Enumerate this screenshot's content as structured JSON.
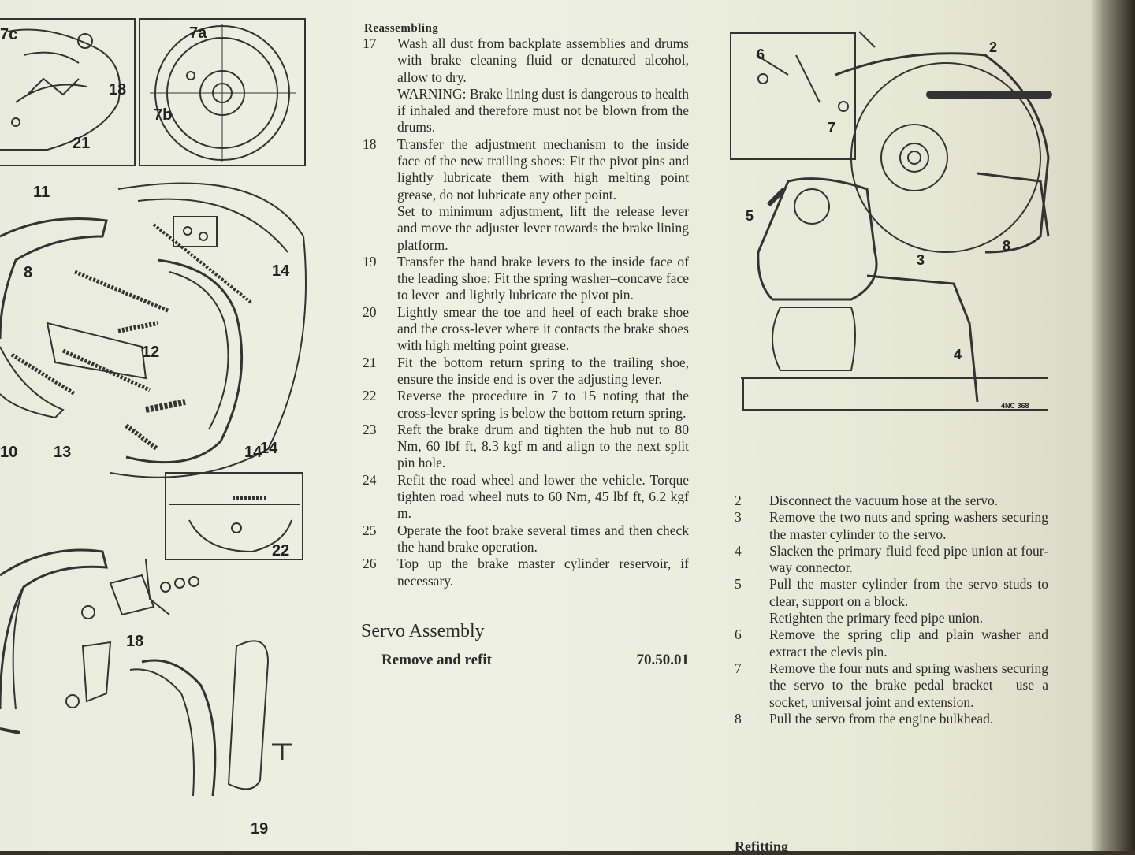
{
  "reassembling": {
    "heading": "Reassembling",
    "steps": [
      {
        "num": "17",
        "text": "Wash all dust from backplate assemblies and drums with brake cleaning fluid or denatured alcohol, allow to dry."
      },
      {
        "num": "",
        "text": "WARNING: Brake lining dust is dangerous to health if inhaled and therefore must not be blown from the drums."
      },
      {
        "num": "18",
        "text": "Transfer the adjustment mechanism to the inside face of the new trailing shoes: Fit the pivot pins and lightly lubricate them with high melting point grease, do not lubricate any other point."
      },
      {
        "num": "",
        "text": "Set to minimum adjustment, lift the release lever and move the adjuster lever towards the brake lining platform."
      },
      {
        "num": "19",
        "text": "Transfer the hand brake levers to the inside face of the leading shoe: Fit the spring washer–concave face to lever–and lightly lubricate the pivot pin."
      },
      {
        "num": "20",
        "text": "Lightly smear the toe and heel of each brake shoe and the cross-lever where it contacts the brake shoes with high melting point grease."
      },
      {
        "num": "21",
        "text": "Fit the bottom return spring to the trailing shoe, ensure the inside end is over the adjusting lever."
      },
      {
        "num": "22",
        "text": "Reverse the procedure in 7 to 15 noting that the cross-lever spring is below the bottom return spring."
      },
      {
        "num": "23",
        "text": "Reft the brake drum and tighten the hub nut to 80 Nm, 60 lbf ft, 8.3 kgf m and align to the next split pin hole."
      },
      {
        "num": "24",
        "text": "Refit the road wheel and lower the vehicle. Torque tighten road wheel nuts to 60 Nm, 45 lbf ft, 6.2 kgf m."
      },
      {
        "num": "25",
        "text": "Operate the foot brake several times and then check the hand brake operation."
      },
      {
        "num": "26",
        "text": "Top up the brake master cylinder reservoir, if necessary."
      }
    ]
  },
  "servo": {
    "title": "Servo Assembly",
    "op_label": "Remove and refit",
    "op_code": "70.50.01",
    "steps": [
      {
        "num": "2",
        "text": "Disconnect the vacuum hose at the servo."
      },
      {
        "num": "3",
        "text": "Remove the two nuts and spring washers securing the master cylinder to the servo."
      },
      {
        "num": "4",
        "text": "Slacken the primary fluid feed pipe union at four-way connector."
      },
      {
        "num": "5",
        "text": "Pull the master cylinder from the servo studs to clear, support on a block."
      },
      {
        "num": "",
        "text": "Retighten the primary feed pipe union."
      },
      {
        "num": "6",
        "text": "Remove the spring clip and plain washer and extract the clevis pin."
      },
      {
        "num": "7",
        "text": "Remove the four nuts and spring washers securing the servo to the brake pedal bracket – use a socket, universal joint and extension."
      },
      {
        "num": "8",
        "text": "Pull the servo from the engine bulkhead."
      }
    ],
    "refitting_heading": "Refitting"
  },
  "figure_left": {
    "labels": [
      "7c",
      "18",
      "21",
      "7a",
      "7b",
      "11",
      "8",
      "12",
      "14",
      "14",
      "10",
      "13",
      "14",
      "22",
      "18",
      "19"
    ]
  },
  "figure_right": {
    "labels": [
      "6",
      "7",
      "2",
      "5",
      "3",
      "8",
      "4"
    ],
    "code": "4NC 368"
  }
}
